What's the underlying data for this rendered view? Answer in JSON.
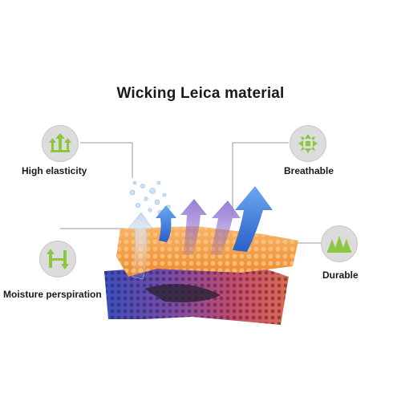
{
  "title": "Wicking Leica material",
  "features": {
    "high_elasticity": "High elasticity",
    "breathable": "Breathable",
    "moisture": "Moisture perspiration",
    "durable": "Durable"
  },
  "colors": {
    "icon_green": "#8dc63f",
    "icon_bg": "#dcdcdc",
    "top_layer": "#f4a04a",
    "bottom_layer": "#5a4ab8",
    "arrow_blue": "#2f6fd6",
    "arrow_purple": "#9b7fd6",
    "leader_line": "#999999"
  },
  "icons": {
    "high_elasticity": "arrows-expand-icon",
    "breathable": "arrows-breathe-icon",
    "moisture": "arrows-updown-icon",
    "durable": "triangles-icon"
  }
}
